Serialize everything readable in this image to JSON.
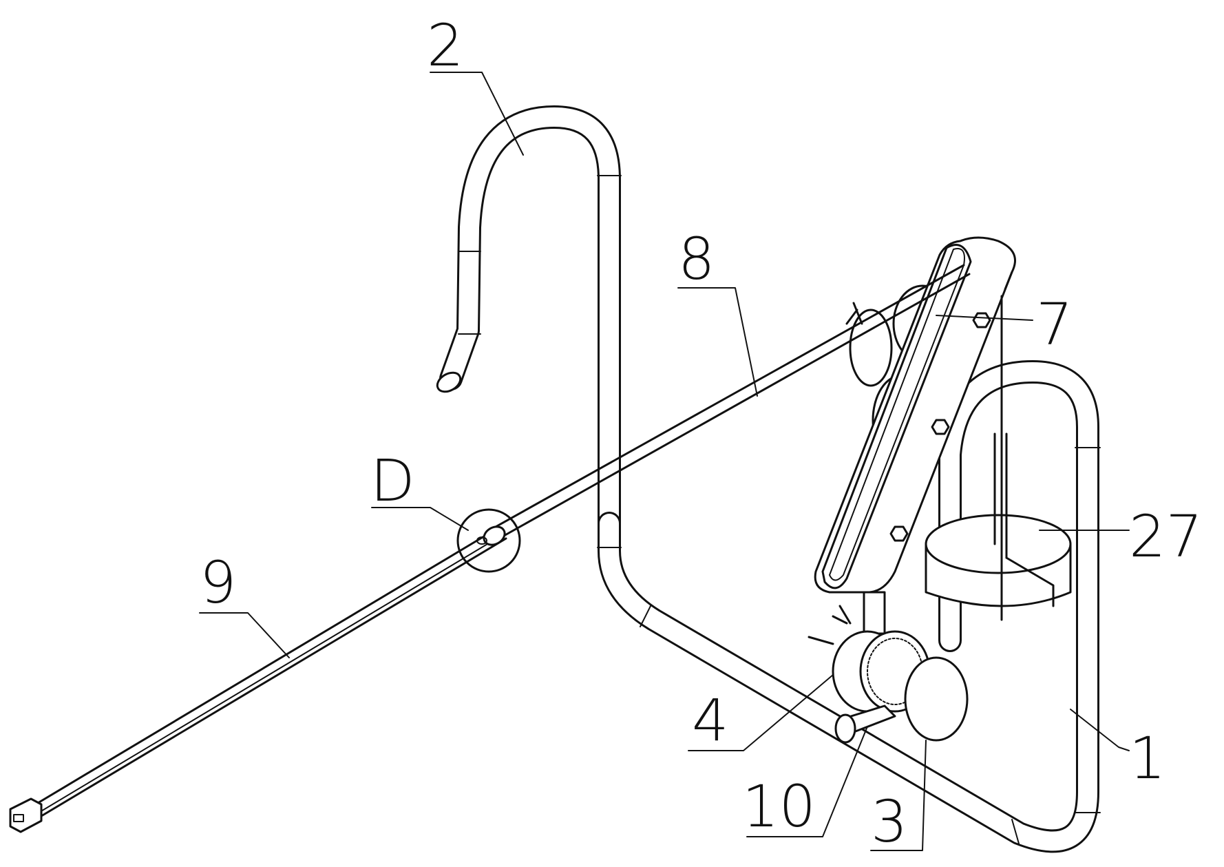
{
  "callouts": {
    "c2": "2",
    "c8": "8",
    "c7": "7",
    "cD": "D",
    "c9": "9",
    "c27": "27",
    "c4": "4",
    "c1": "1",
    "c10": "10",
    "c3": "3"
  },
  "colors": {
    "line": "#111111",
    "background": "#ffffff"
  }
}
